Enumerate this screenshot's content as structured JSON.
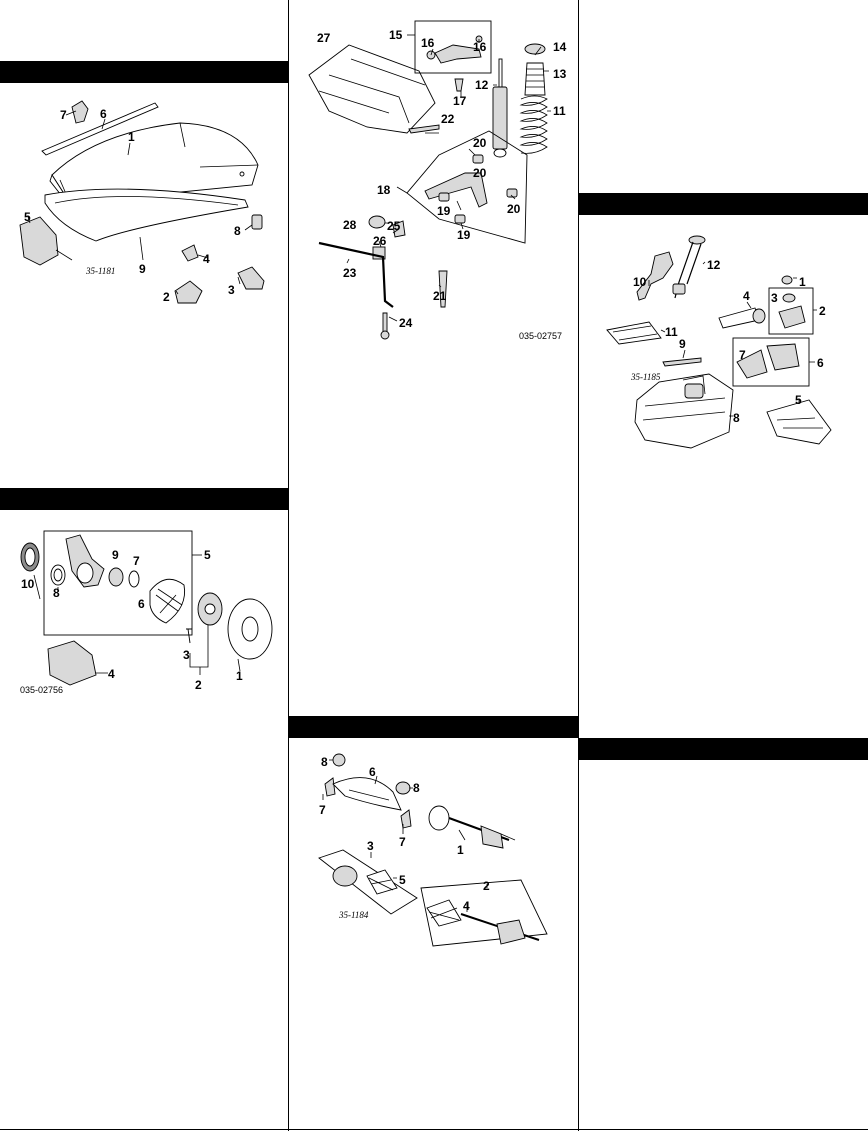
{
  "hood_panel": {
    "figure_id": "35-1181",
    "callouts": [
      "1",
      "2",
      "3",
      "4",
      "5",
      "6",
      "7",
      "8",
      "9"
    ]
  },
  "knuckle_panel": {
    "figure_id": "035-02756",
    "callouts": [
      "1",
      "2",
      "3",
      "4",
      "5",
      "6",
      "7",
      "8",
      "9",
      "10"
    ]
  },
  "suspension_panel": {
    "figure_id": "035-02757",
    "callouts": [
      "11",
      "12",
      "13",
      "14",
      "15",
      "16",
      "16",
      "17",
      "18",
      "19",
      "19",
      "20",
      "20",
      "20",
      "21",
      "22",
      "23",
      "24",
      "25",
      "26",
      "27",
      "28"
    ]
  },
  "driveshaft_panel": {
    "figure_id": "35-1184",
    "callouts": [
      "1",
      "2",
      "3",
      "4",
      "5",
      "6",
      "7",
      "7",
      "8",
      "8"
    ]
  },
  "fuel_tank_panel": {
    "figure_id": "35-1185",
    "callouts": [
      "1",
      "2",
      "3",
      "4",
      "5",
      "6",
      "7",
      "8",
      "9",
      "10",
      "11",
      "12"
    ]
  }
}
